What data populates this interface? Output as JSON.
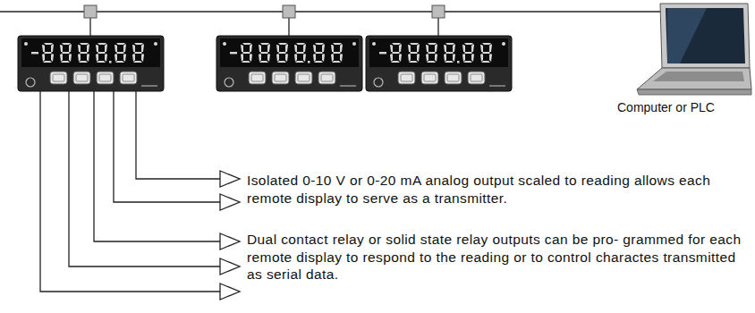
{
  "diagram": {
    "labels": [
      "Computer or PLC",
      "Isolated 0-10 V or 0-20 mA analog output scaled to reading allows each remote display to serve as a transmitter.",
      "Dual contact relay or solid state relay outputs can be pro- grammed for each remote display to respond to the reading or to control charactes transmitted as serial data."
    ]
  }
}
